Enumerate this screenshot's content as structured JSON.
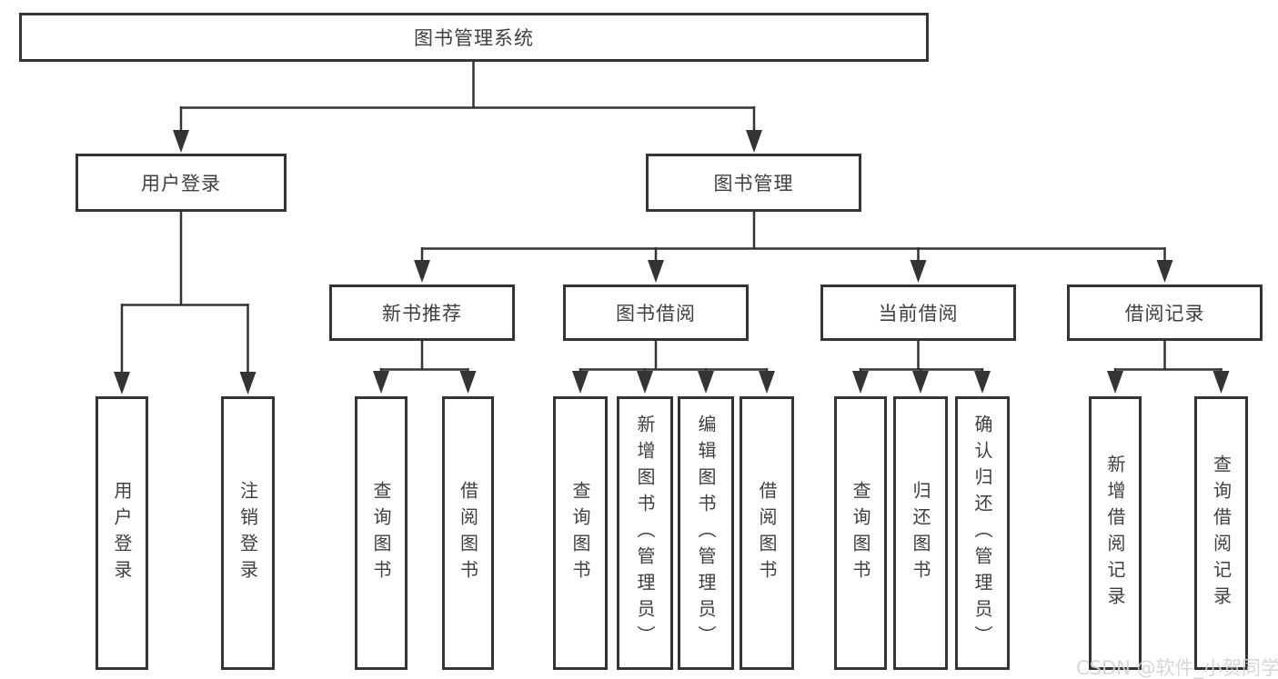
{
  "watermark": {
    "text": "CSDN @软件_小贺同学",
    "color": "#d3d3d3"
  },
  "colors": {
    "line": "#343434",
    "text": "#3f3f3f",
    "background": "#ffffff"
  },
  "diagram": {
    "type": "hierarchy-tree",
    "root": {
      "label": "图书管理系统"
    },
    "branches": [
      {
        "label": "用户登录",
        "leaves": [
          {
            "label": "用户登录"
          },
          {
            "label": "注销登录"
          }
        ]
      },
      {
        "label": "图书管理",
        "sections": [
          {
            "label": "新书推荐",
            "leaves": [
              {
                "label": "查询图书"
              },
              {
                "label": "借阅图书"
              }
            ]
          },
          {
            "label": "图书借阅",
            "leaves": [
              {
                "label": "查询图书"
              },
              {
                "label": "新增图书（管理员）"
              },
              {
                "label": "编辑图书（管理员）"
              },
              {
                "label": "借阅图书"
              }
            ]
          },
          {
            "label": "当前借阅",
            "leaves": [
              {
                "label": "查询图书"
              },
              {
                "label": "归还图书"
              },
              {
                "label": "确认归还（管理员）"
              }
            ]
          },
          {
            "label": "借阅记录",
            "leaves": [
              {
                "label": "新增借阅记录"
              },
              {
                "label": "查询借阅记录"
              }
            ]
          }
        ]
      }
    ]
  }
}
